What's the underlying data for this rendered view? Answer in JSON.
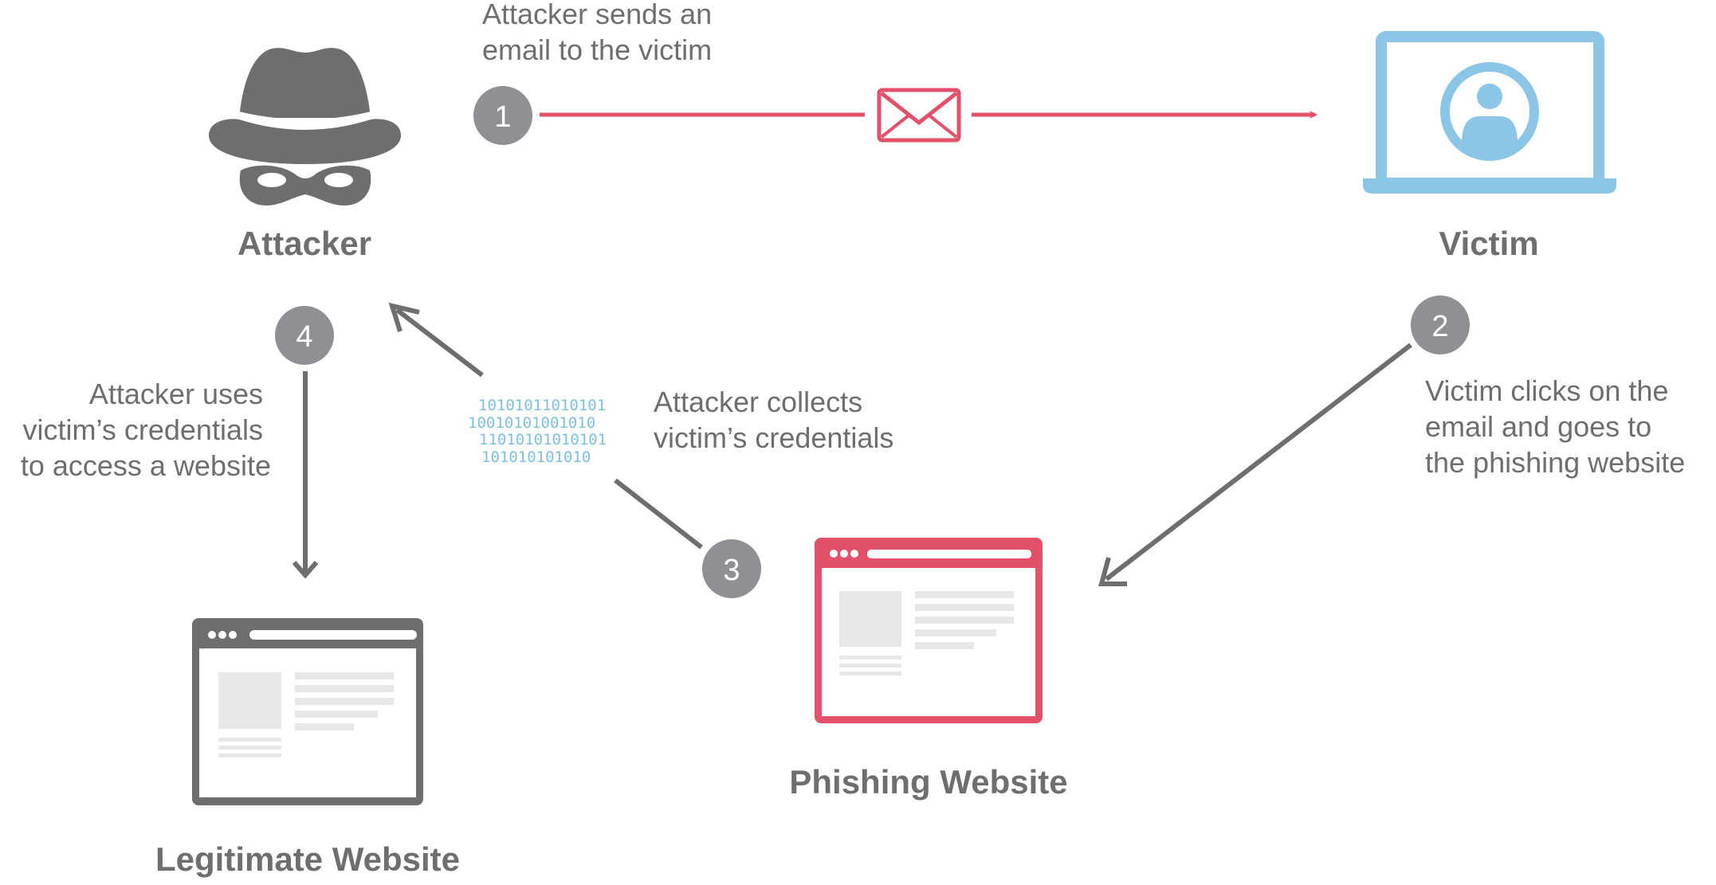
{
  "nodes": {
    "attacker": {
      "label": "Attacker",
      "icon": "spy-hat-icon"
    },
    "victim": {
      "label": "Victim",
      "icon": "laptop-user-icon"
    },
    "phishing": {
      "label": "Phishing Website",
      "icon": "browser-window-icon"
    },
    "legitimate": {
      "label": "Legitimate Website",
      "icon": "browser-window-icon"
    }
  },
  "steps": [
    {
      "num": "1",
      "lines": [
        "Attacker sends an",
        "email to the victim"
      ]
    },
    {
      "num": "2",
      "lines": [
        "Victim clicks on the",
        "email and goes to",
        "the phishing website"
      ]
    },
    {
      "num": "3",
      "lines": [
        "Attacker collects",
        "victim’s credentials"
      ]
    },
    {
      "num": "4",
      "lines": [
        "Attacker uses",
        "victim’s credentials",
        "to access a website"
      ]
    }
  ],
  "binary": [
    "10101011010101",
    "10010101001010",
    "11010101010101",
    "101010101010"
  ],
  "colors": {
    "gray": "#6d6e70",
    "circle": "#8f9093",
    "red": "#e2506a",
    "blue": "#8cc6e6",
    "placeholder": "#e6e7e8"
  }
}
